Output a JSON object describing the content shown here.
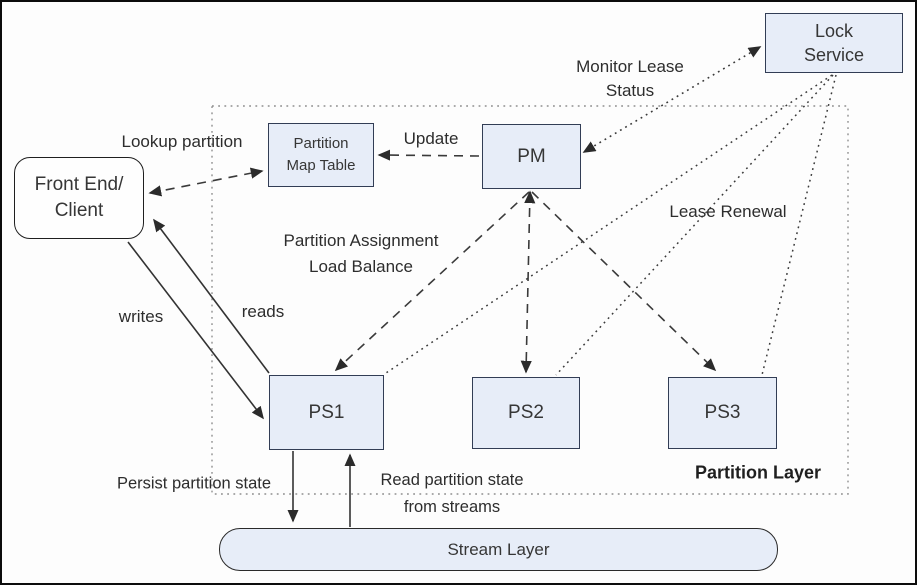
{
  "nodes": {
    "lock_service": {
      "line1": "Lock",
      "line2": "Service"
    },
    "partition_map_table": {
      "line1": "Partition",
      "line2": "Map Table"
    },
    "pm": {
      "label": "PM"
    },
    "front_end": {
      "line1": "Front End/",
      "line2": "Client"
    },
    "ps1": {
      "label": "PS1"
    },
    "ps2": {
      "label": "PS2"
    },
    "ps3": {
      "label": "PS3"
    },
    "stream_layer": {
      "label": "Stream Layer"
    }
  },
  "edge_labels": {
    "monitor_lease": {
      "line1": "Monitor Lease",
      "line2": "Status"
    },
    "lookup_partition": "Lookup partition",
    "update": "Update",
    "lease_renewal": "Lease Renewal",
    "partition_assignment": {
      "line1": "Partition Assignment",
      "line2": "Load Balance"
    },
    "writes": "writes",
    "reads": "reads",
    "persist_state": "Persist partition state",
    "read_state": {
      "line1": "Read partition state",
      "line2": "from streams"
    }
  },
  "regions": {
    "partition_layer_label": "Partition Layer"
  },
  "colors": {
    "node_fill": "#e7edf8",
    "node_border": "#323d55",
    "line": "#3a3a3a",
    "boundary": "#8f8f8f",
    "text": "#2e2e2e"
  }
}
